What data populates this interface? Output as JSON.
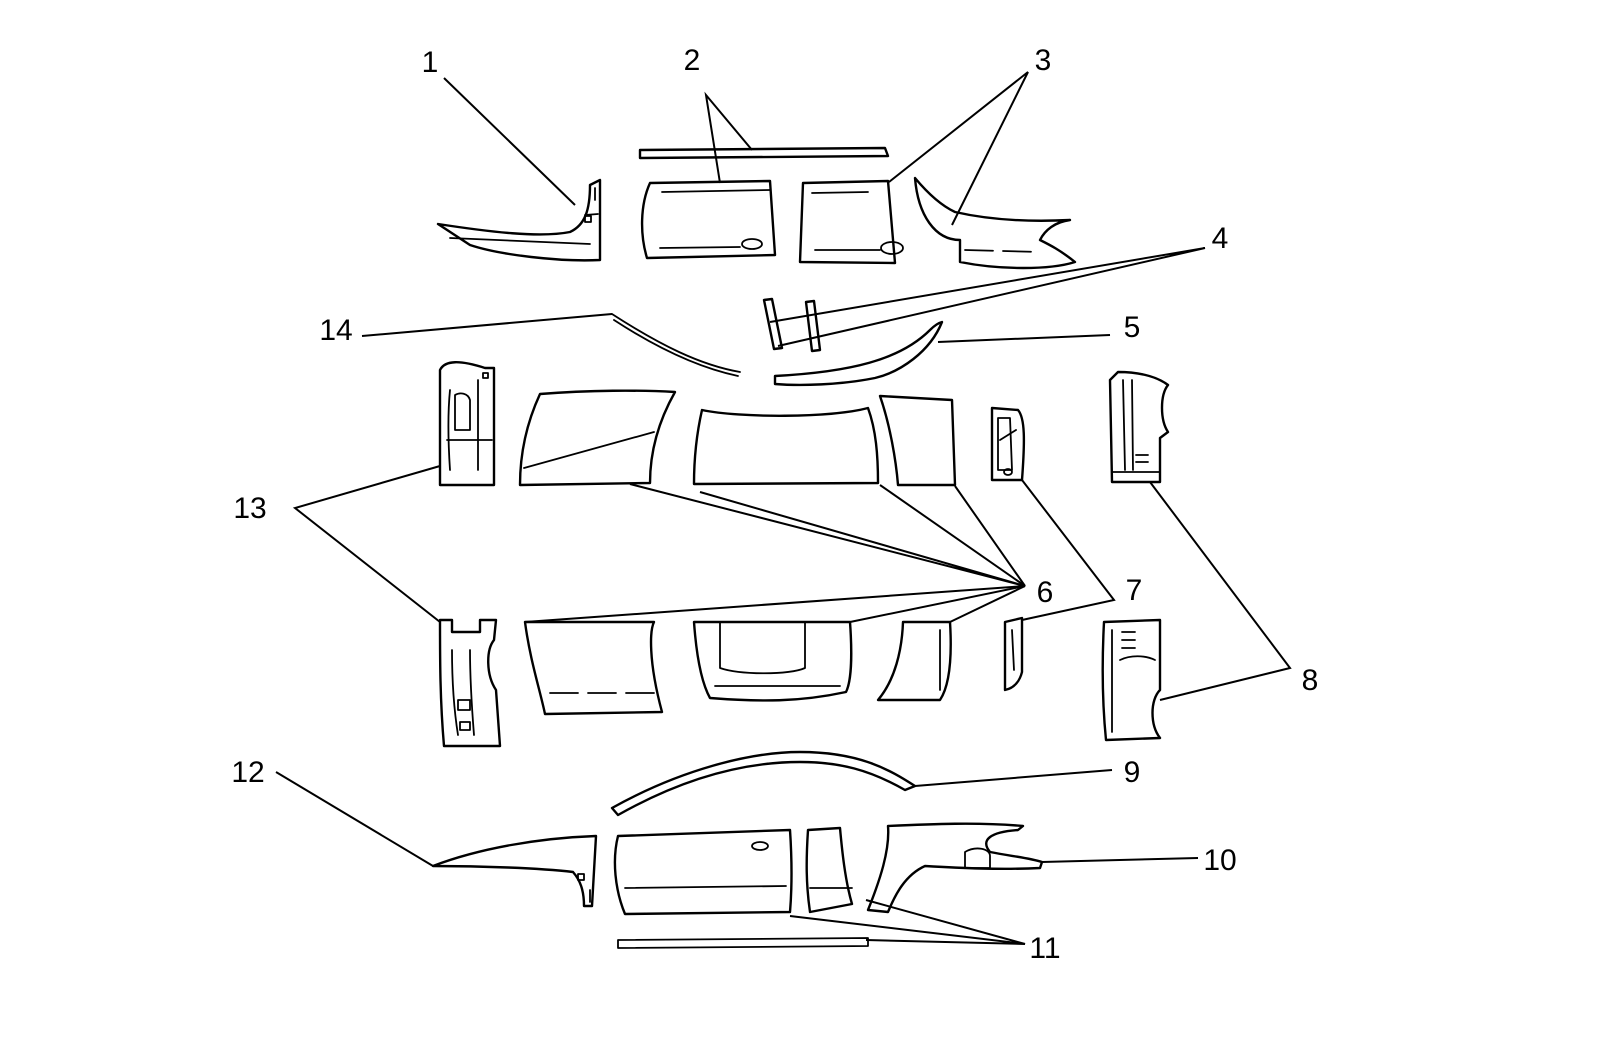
{
  "diagram": {
    "callouts": [
      {
        "id": "1",
        "label": "1"
      },
      {
        "id": "2",
        "label": "2"
      },
      {
        "id": "3",
        "label": "3"
      },
      {
        "id": "4",
        "label": "4"
      },
      {
        "id": "5",
        "label": "5"
      },
      {
        "id": "6",
        "label": "6"
      },
      {
        "id": "7",
        "label": "7"
      },
      {
        "id": "8",
        "label": "8"
      },
      {
        "id": "9",
        "label": "9"
      },
      {
        "id": "10",
        "label": "10"
      },
      {
        "id": "11",
        "label": "11"
      },
      {
        "id": "12",
        "label": "12"
      },
      {
        "id": "13",
        "label": "13"
      },
      {
        "id": "14",
        "label": "14"
      }
    ],
    "line_color": "#000000",
    "background_color": "#ffffff"
  }
}
